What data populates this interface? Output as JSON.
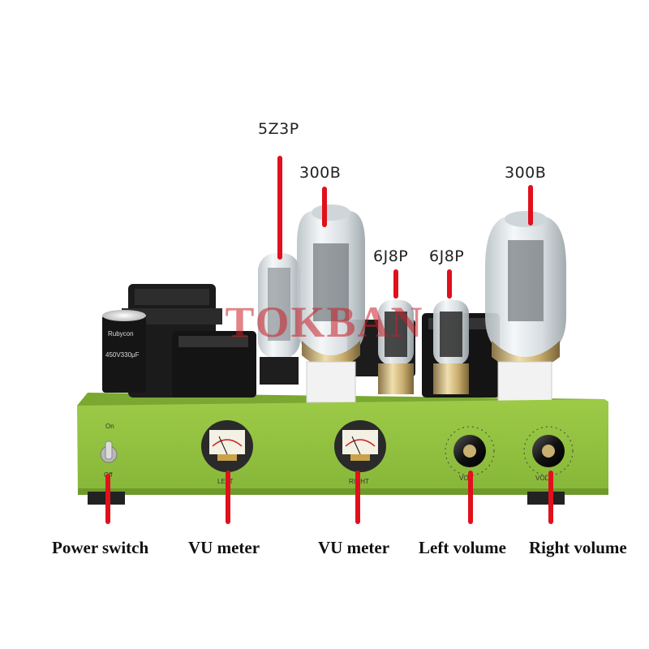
{
  "watermark": "TOKBAN",
  "tube_labels": {
    "rectifier": "5Z3P",
    "power_left": "300B",
    "power_right": "300B",
    "driver_left": "6J8P",
    "driver_right": "6J8P"
  },
  "panel_markings": {
    "switch_on": "On",
    "switch_off": "Off",
    "meter_left": "LEFT",
    "meter_right": "RIGHT",
    "knob_left": "VOL",
    "knob_right": "VOL",
    "capacitor_brand": "Rubycon",
    "capacitor_rating": "450V330μF"
  },
  "callouts": {
    "power_switch": "Power switch",
    "vu_meter_left": "VU meter",
    "vu_meter_right": "VU meter",
    "left_volume": "Left volume",
    "right_volume": "Right volume"
  },
  "colors": {
    "chassis": "#8fbf3e",
    "chassis_dark": "#6e9a2a",
    "pointer": "#e0101c",
    "transformer": "#1b1b1b",
    "glass": "#dfe5e8",
    "socket": "#f2f2f2"
  }
}
